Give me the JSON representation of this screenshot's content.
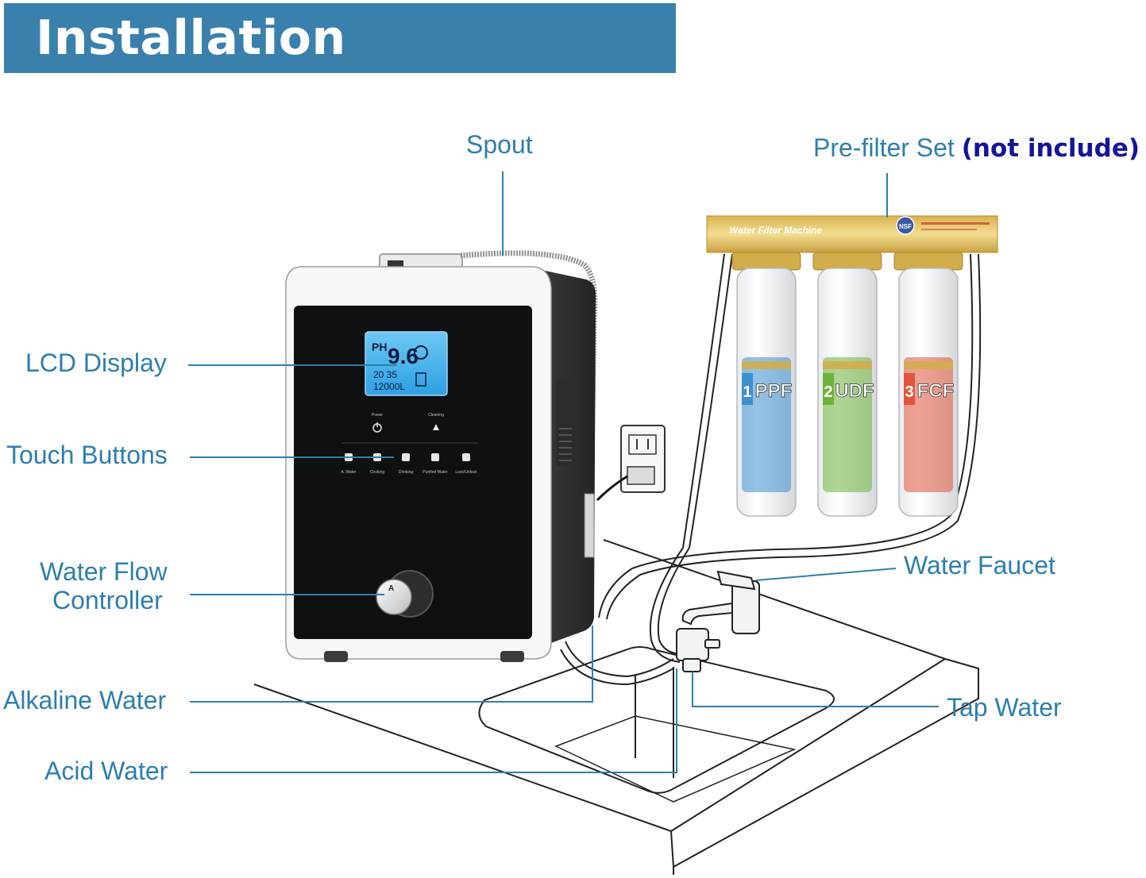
{
  "title": "Installation instructions",
  "labels": {
    "spout": "Spout",
    "prefilter": "Pre-filter Set",
    "not_include": "(not include)",
    "lcd": "LCD Display",
    "touch": "Touch Buttons",
    "flow_line1": "Water Flow",
    "flow_line2": "Controller",
    "alkaline": "Alkaline Water",
    "acid": "Acid Water",
    "faucet": "Water Faucet",
    "tap": "Tap Water"
  },
  "filter_machine": {
    "header": "Water Filter Machine",
    "badge": "NSF",
    "cartridges": [
      {
        "num": "1",
        "code": "PPF",
        "color": "#3c8fd0"
      },
      {
        "num": "2",
        "code": "UDF",
        "color": "#6cb33a"
      },
      {
        "num": "3",
        "code": "FCF",
        "color": "#e0563c"
      }
    ]
  },
  "lcd": {
    "ph_label": "PH",
    "ph_value": "9.6",
    "row2": "20  35",
    "row3": "12000L"
  },
  "panel_buttons": {
    "top": [
      "Power",
      "Cleaning"
    ],
    "bottom": [
      "A. Water",
      "Cooking",
      "Drinking",
      "Purified Water",
      "Lock/Unlock"
    ]
  },
  "colors": {
    "accent": "#3a80ad",
    "label": "#2d7fae",
    "emphasis": "#14149a"
  }
}
